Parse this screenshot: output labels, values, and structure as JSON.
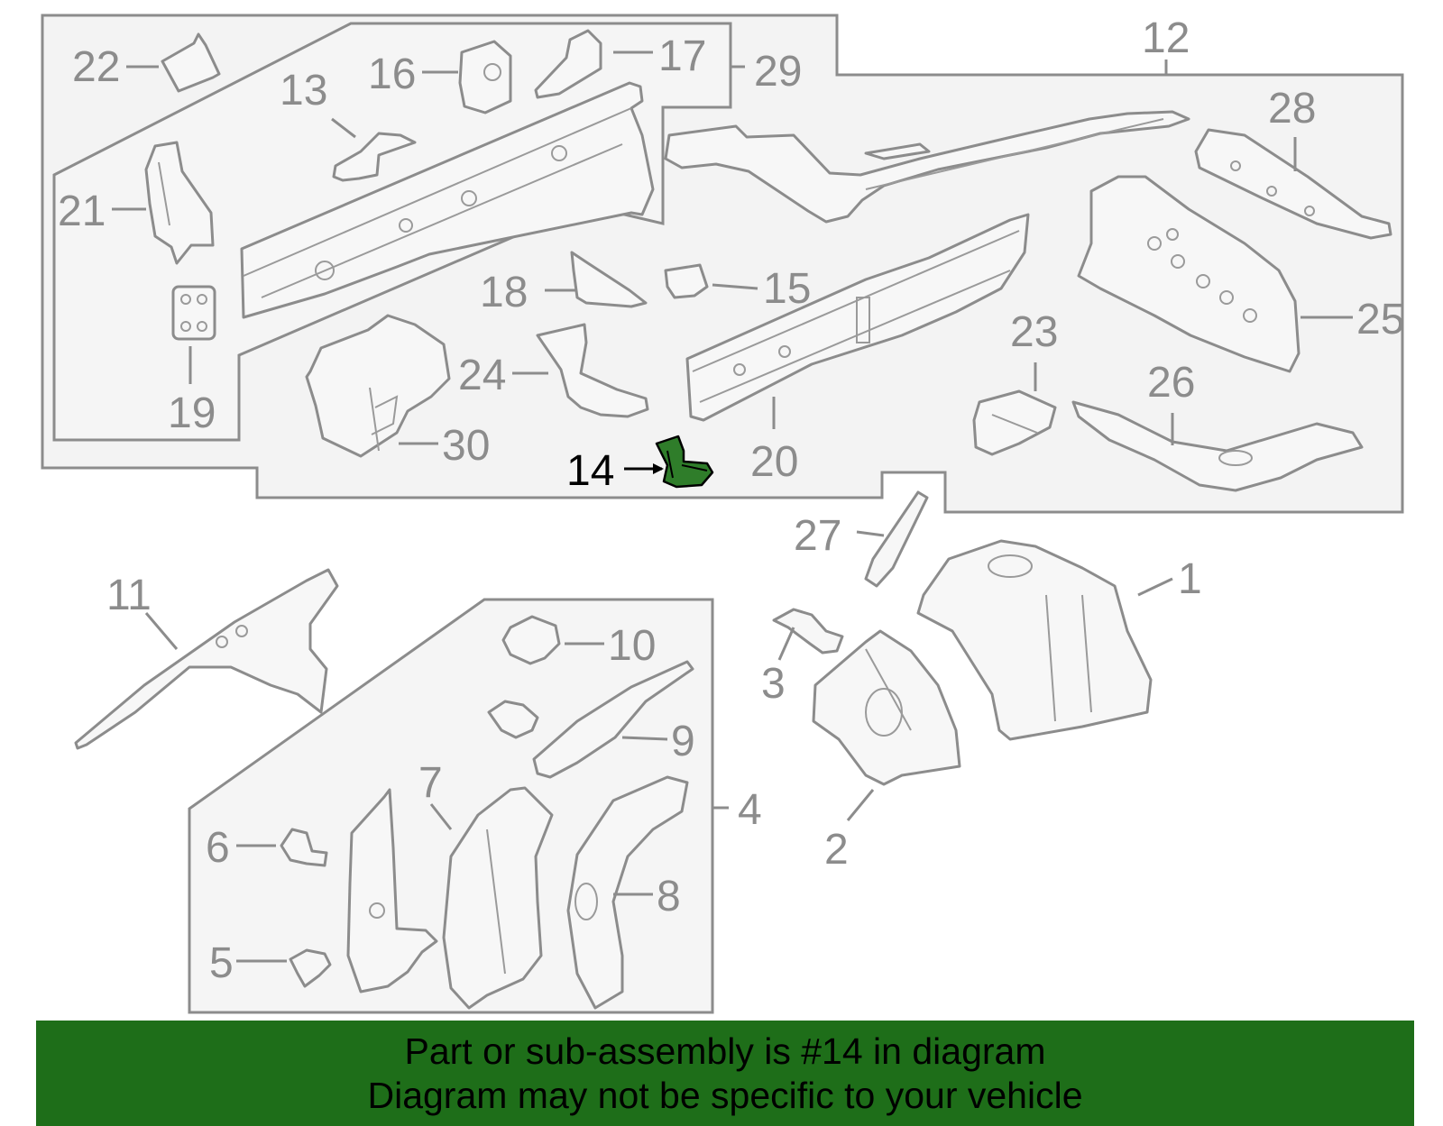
{
  "highlighted_part": "14",
  "callouts": [
    "1",
    "2",
    "3",
    "4",
    "5",
    "6",
    "7",
    "8",
    "9",
    "10",
    "11",
    "12",
    "13",
    "14",
    "15",
    "16",
    "17",
    "18",
    "19",
    "20",
    "21",
    "22",
    "23",
    "24",
    "25",
    "26",
    "27",
    "28",
    "29",
    "30"
  ],
  "banner": {
    "line1": "Part or sub-assembly is #14 in diagram",
    "line2": "Diagram may not be specific to your vehicle"
  },
  "colors": {
    "highlight": "#2f7d2a",
    "banner": "#1e6e19",
    "line": "#8c8c8c"
  }
}
